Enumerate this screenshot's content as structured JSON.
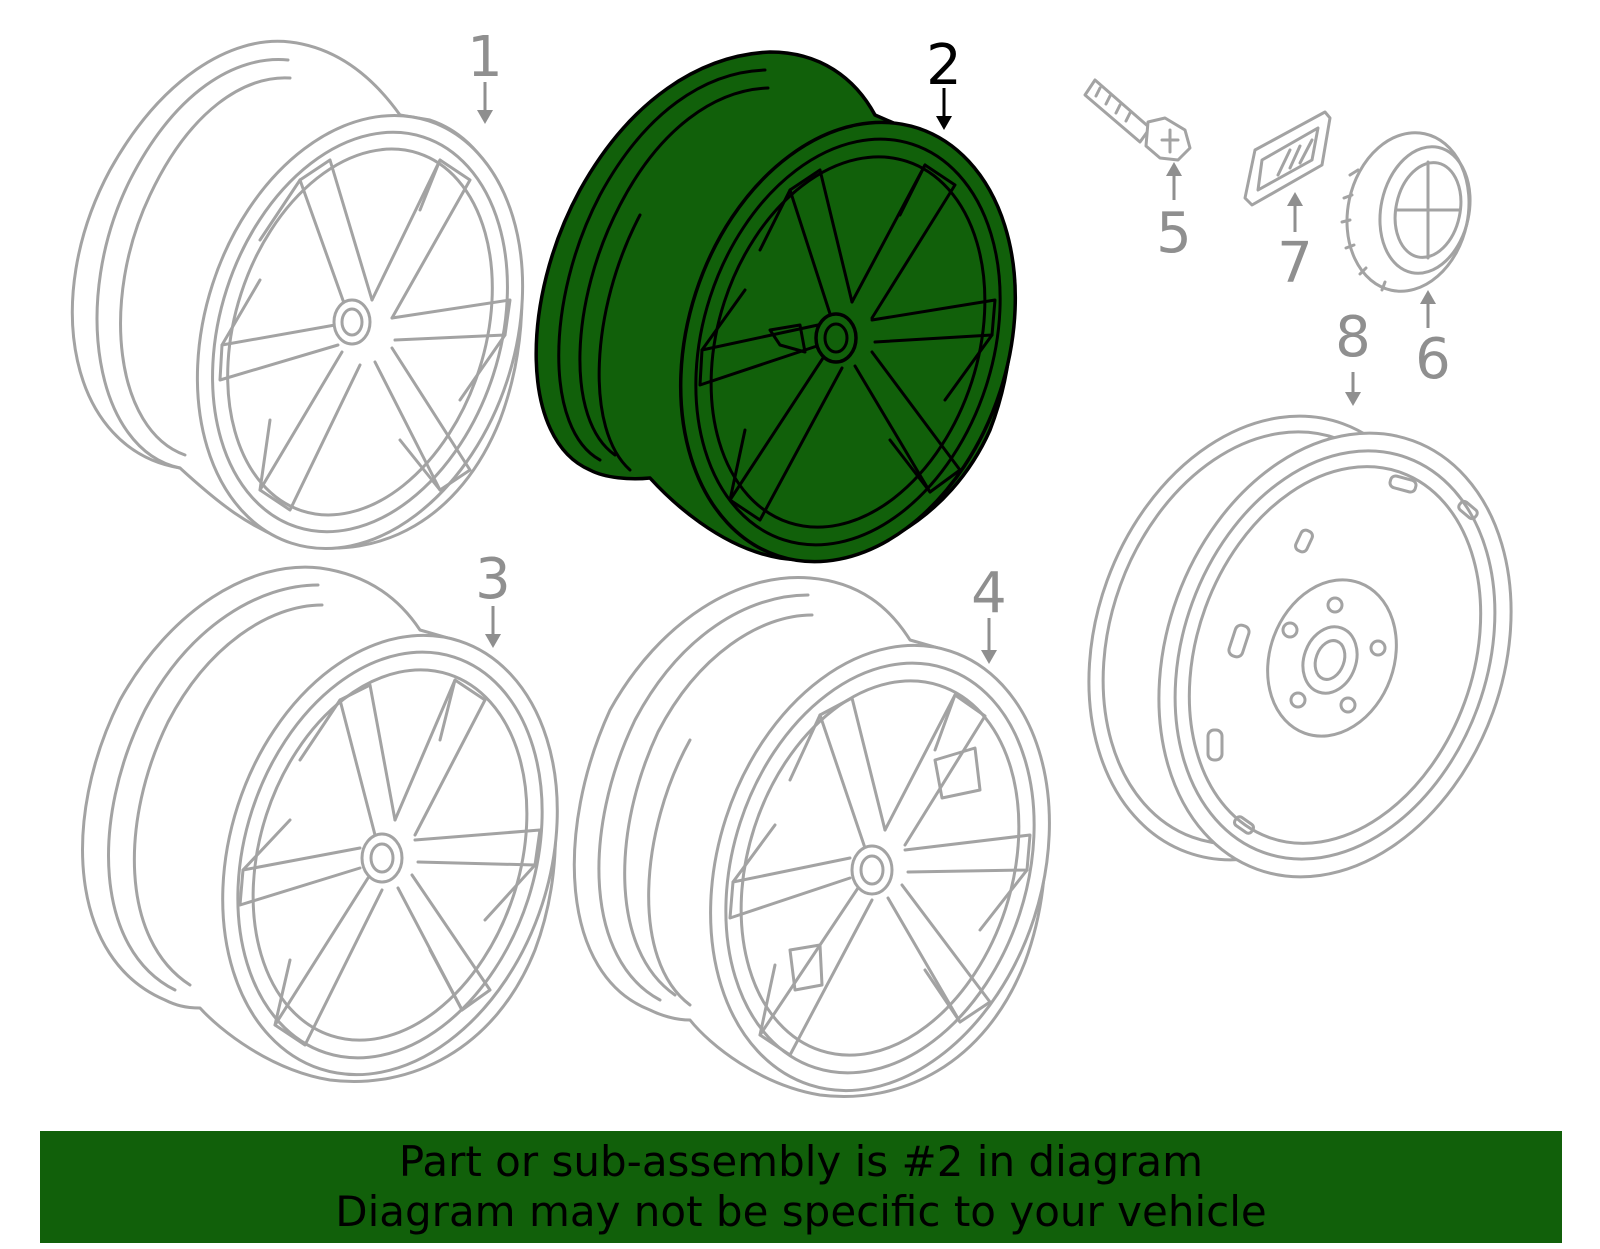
{
  "callouts": [
    {
      "id": "1",
      "label": "1",
      "highlighted": false
    },
    {
      "id": "2",
      "label": "2",
      "highlighted": true
    },
    {
      "id": "3",
      "label": "3",
      "highlighted": false
    },
    {
      "id": "4",
      "label": "4",
      "highlighted": false
    },
    {
      "id": "5",
      "label": "5",
      "highlighted": false
    },
    {
      "id": "6",
      "label": "6",
      "highlighted": false
    },
    {
      "id": "7",
      "label": "7",
      "highlighted": false
    },
    {
      "id": "8",
      "label": "8",
      "highlighted": false
    }
  ],
  "banner": {
    "line1": "Part or sub-assembly is #2 in diagram",
    "line2": "Diagram may not be specific to your vehicle"
  },
  "colors": {
    "highlight": "#11600a",
    "muted": "#a3a3a3",
    "callout_active": "#000000",
    "callout_muted": "#8f8f8f"
  }
}
